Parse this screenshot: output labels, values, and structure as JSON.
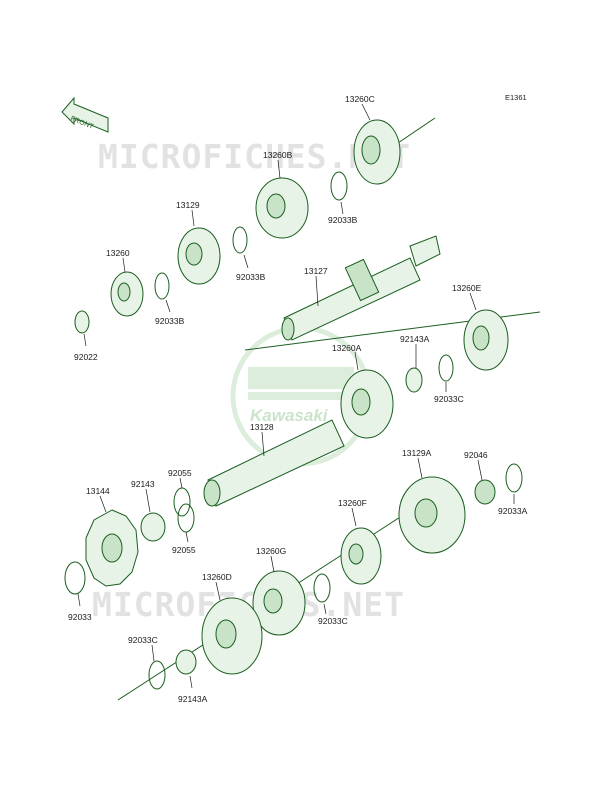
{
  "diagram_code": "E1361",
  "front_label": "FRONT",
  "watermark_text": "MICROFICHES.NET",
  "logo_text": "Kawasaki",
  "colors": {
    "part_stroke": "#1b5e20",
    "part_fill": "#e8f3e8",
    "logo_green": "#2e9e3e",
    "watermark": "#e2e2e2"
  },
  "parts": [
    {
      "id": "p13260C",
      "label": "13260C"
    },
    {
      "id": "p13260B",
      "label": "13260B"
    },
    {
      "id": "p92033B_1",
      "label": "92033B"
    },
    {
      "id": "p13129",
      "label": "13129"
    },
    {
      "id": "p92033B_2",
      "label": "92033B"
    },
    {
      "id": "p13260",
      "label": "13260"
    },
    {
      "id": "p92033B_3",
      "label": "92033B"
    },
    {
      "id": "p92022",
      "label": "92022"
    },
    {
      "id": "p13127",
      "label": "13127"
    },
    {
      "id": "p13260E",
      "label": "13260E"
    },
    {
      "id": "p92143A_1",
      "label": "92143A"
    },
    {
      "id": "p13260A",
      "label": "13260A"
    },
    {
      "id": "p92033C_1",
      "label": "92033C"
    },
    {
      "id": "p13128",
      "label": "13128"
    },
    {
      "id": "p13129A",
      "label": "13129A"
    },
    {
      "id": "p92046",
      "label": "92046"
    },
    {
      "id": "p92033A",
      "label": "92033A"
    },
    {
      "id": "p92055_1",
      "label": "92055"
    },
    {
      "id": "p92143",
      "label": "92143"
    },
    {
      "id": "p13144",
      "label": "13144"
    },
    {
      "id": "p92055_2",
      "label": "92055"
    },
    {
      "id": "p13260F",
      "label": "13260F"
    },
    {
      "id": "p13260G",
      "label": "13260G"
    },
    {
      "id": "p13260D",
      "label": "13260D"
    },
    {
      "id": "p92033C_2",
      "label": "92033C"
    },
    {
      "id": "p92033",
      "label": "92033"
    },
    {
      "id": "p92033C_3",
      "label": "92033C"
    },
    {
      "id": "p92143A_2",
      "label": "92143A"
    }
  ]
}
